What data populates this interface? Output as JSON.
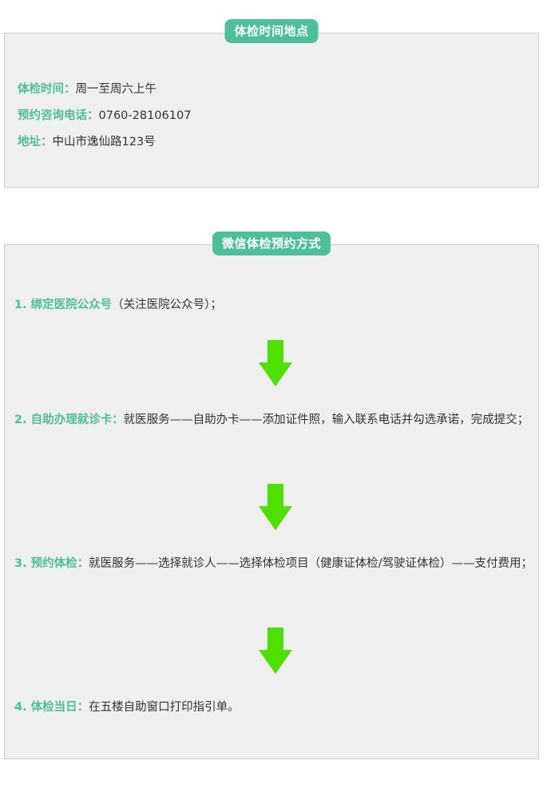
{
  "section1": {
    "title": "体检时间地点",
    "rows": [
      {
        "label": "体检时间：",
        "value": "周一至周六上午"
      },
      {
        "label": "预约咨询电话：",
        "value": "0760-28106107"
      },
      {
        "label": "地址：",
        "value": "中山市逸仙路123号"
      }
    ]
  },
  "section2": {
    "title": "微信体检预约方式",
    "steps": [
      {
        "label": "1. 绑定医院公众号",
        "text": "（关注医院公众号）；"
      },
      {
        "label": "2. 自助办理就诊卡：",
        "text": "就医服务——自助办卡——添加证件照，输入联系电话并勾选承诺，完成提交；"
      },
      {
        "label": "3. 预约体检：",
        "text": "就医服务——选择就诊人——选择体检项目（健康证体检/驾驶证体检）——支付费用；"
      },
      {
        "label": "4. 体检当日：",
        "text": "在五楼自助窗口打印指引单。"
      }
    ],
    "arrow_color": "#4de000"
  }
}
